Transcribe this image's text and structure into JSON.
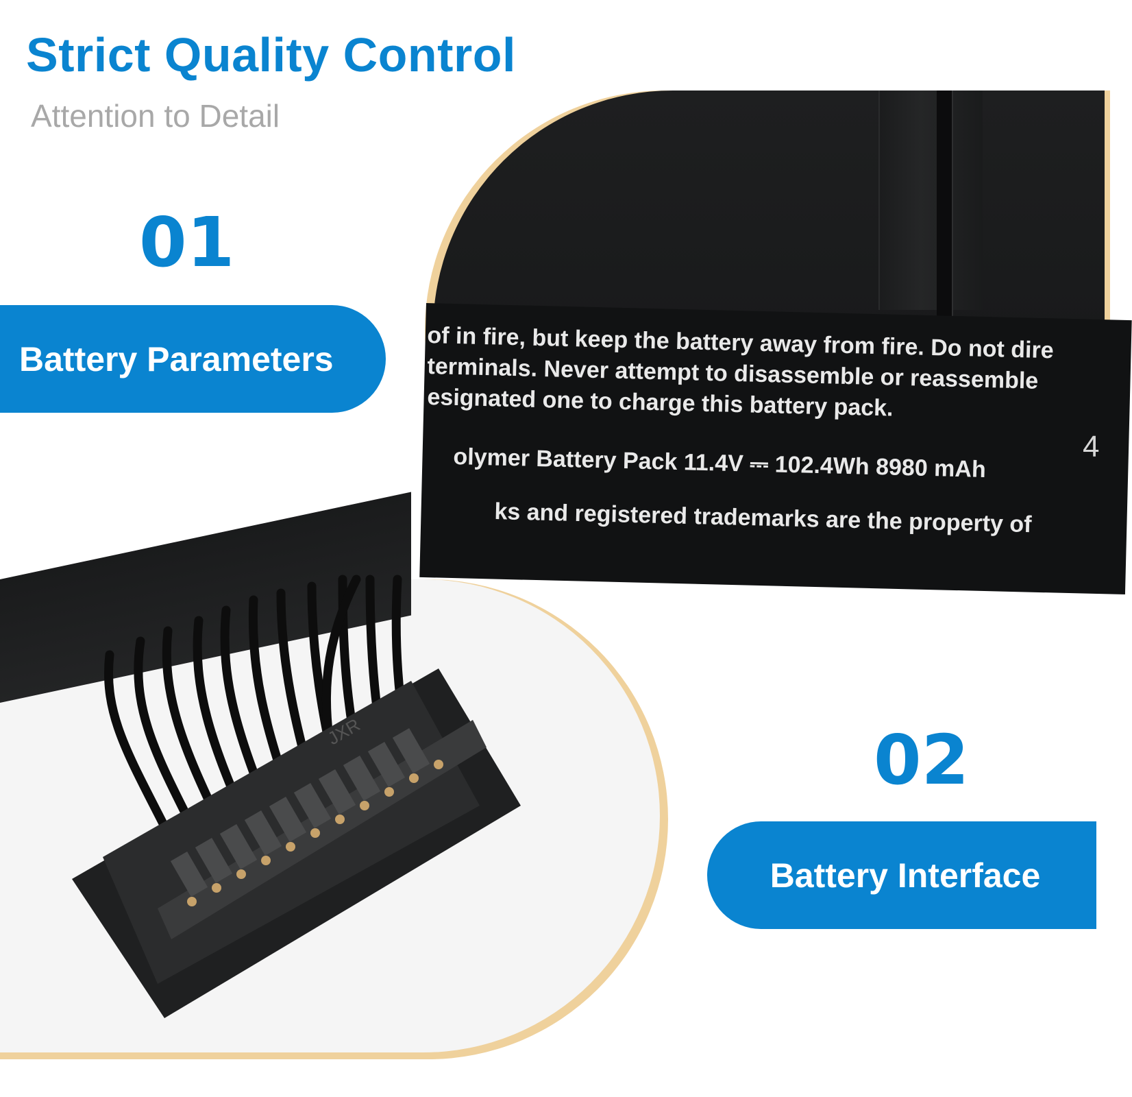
{
  "header": {
    "title": "Strict Quality Control",
    "subtitle": "Attention to Detail"
  },
  "section1": {
    "number": "01",
    "label": "Battery Parameters",
    "label_lines": [
      "of in fire, but keep the battery away from fire. Do not dire",
      "terminals. Never attempt to disassemble or reassemble",
      "esignated one to charge this battery pack.",
      "olymer Battery Pack 11.4V ⎓ 102.4Wh 8980 mAh",
      "ks and registered trademarks are the property of"
    ],
    "corner_glyph": "4"
  },
  "section2": {
    "number": "02",
    "label": "Battery Interface",
    "connector_marking": "JXR"
  },
  "colors": {
    "accent_blue": "#0a84d0",
    "frame_gold": "#efd19c",
    "subtitle_gray": "#a8a8a8"
  }
}
